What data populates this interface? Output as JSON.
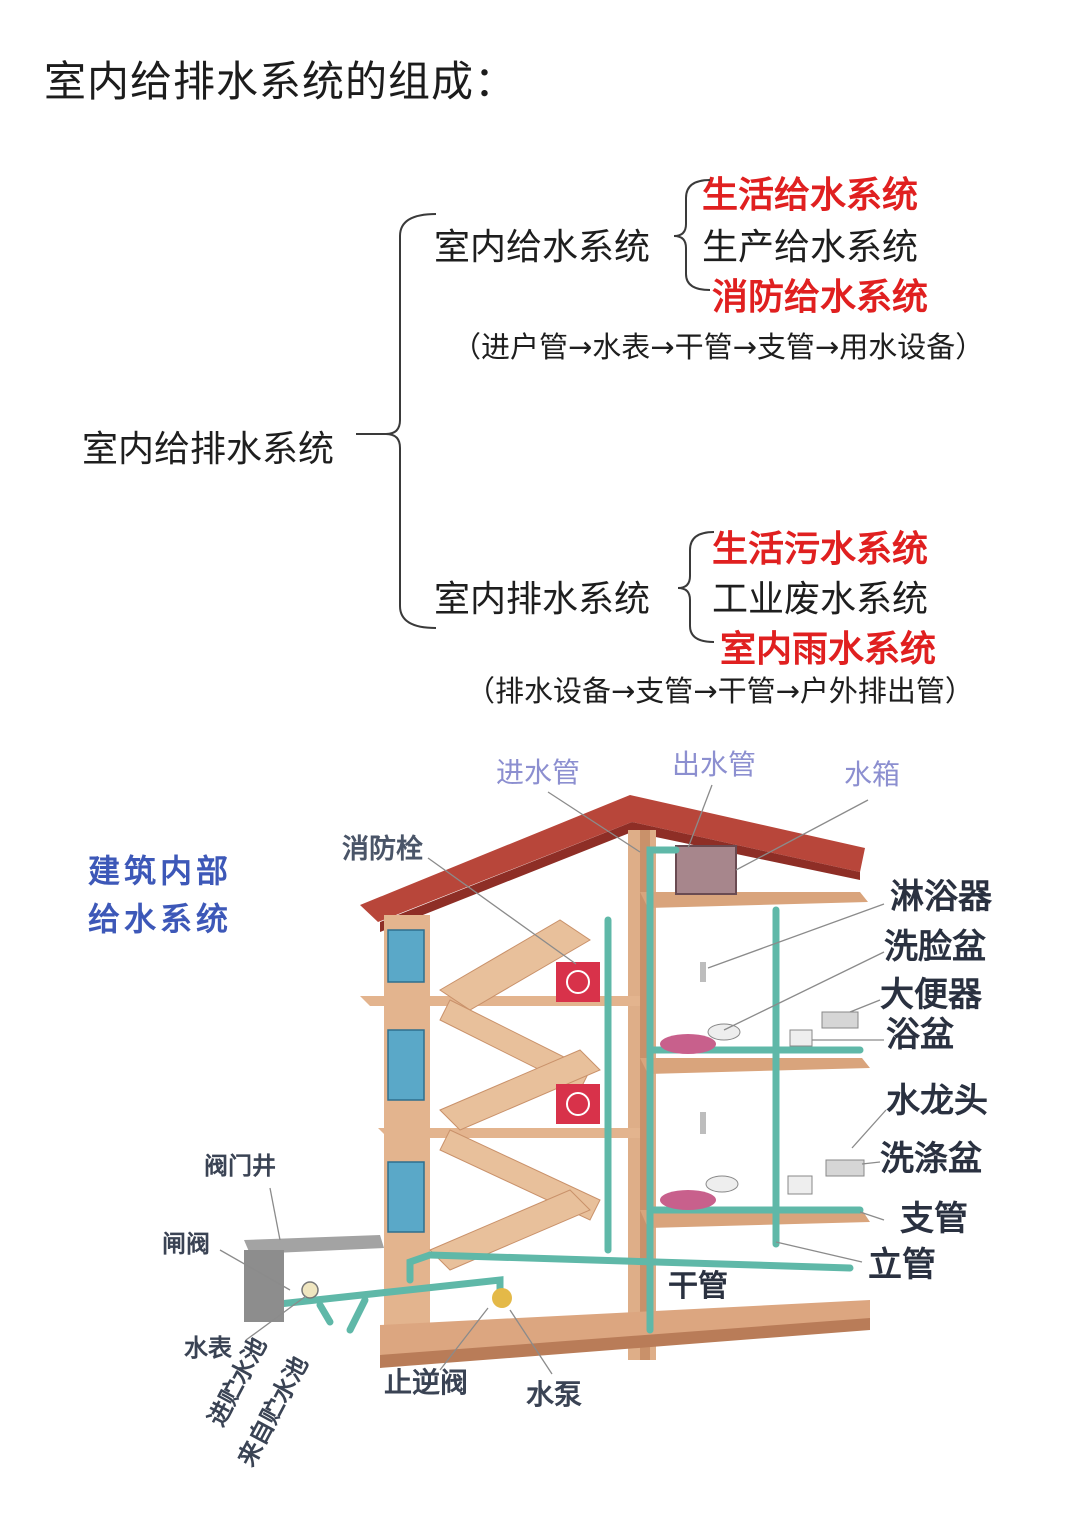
{
  "title": "室内给排水系统的组成：",
  "tree": {
    "root": "室内给排水系统",
    "supply": {
      "label": "室内给水系统",
      "items": [
        {
          "text": "生活给水系统",
          "color": "#e02020"
        },
        {
          "text": "生产给水系统",
          "color": "#1e1e1e"
        },
        {
          "text": "消防给水系统",
          "color": "#e02020"
        }
      ],
      "flow": "（进户管→水表→干管→支管→用水设备）"
    },
    "drainage": {
      "label": "室内排水系统",
      "items": [
        {
          "text": "生活污水系统",
          "color": "#e02020"
        },
        {
          "text": "工业废水系统",
          "color": "#1e1e1e"
        },
        {
          "text": "室内雨水系统",
          "color": "#e02020"
        }
      ],
      "flow": "（排水设备→支管→干管→户外排出管）"
    }
  },
  "diagram": {
    "heading_line1": "建筑内部",
    "heading_line2": "给水系统",
    "labels": {
      "inlet_pipe": "进水管",
      "outlet_pipe": "出水管",
      "water_tank": "水箱",
      "fire_hydrant": "消防栓",
      "shower": "淋浴器",
      "washbasin": "洗脸盆",
      "toilet": "大便器",
      "bathtub": "浴盆",
      "faucet": "水龙头",
      "sink": "洗涤盆",
      "branch_pipe": "支管",
      "riser": "立管",
      "main_pipe": "干管",
      "valve_well": "阀门井",
      "gate_valve": "闸阀",
      "water_meter": "水表",
      "to_tank": "进贮水池",
      "from_tank": "来自贮水池",
      "check_valve": "止逆阀",
      "pump": "水泵"
    }
  },
  "colors": {
    "pipe": "#5fb8a8",
    "wall": "#e3b48e",
    "wall_dark": "#c9916a",
    "roof": "#b8463a",
    "window": "#5aa8c8",
    "hydrant": "#d8324a"
  }
}
